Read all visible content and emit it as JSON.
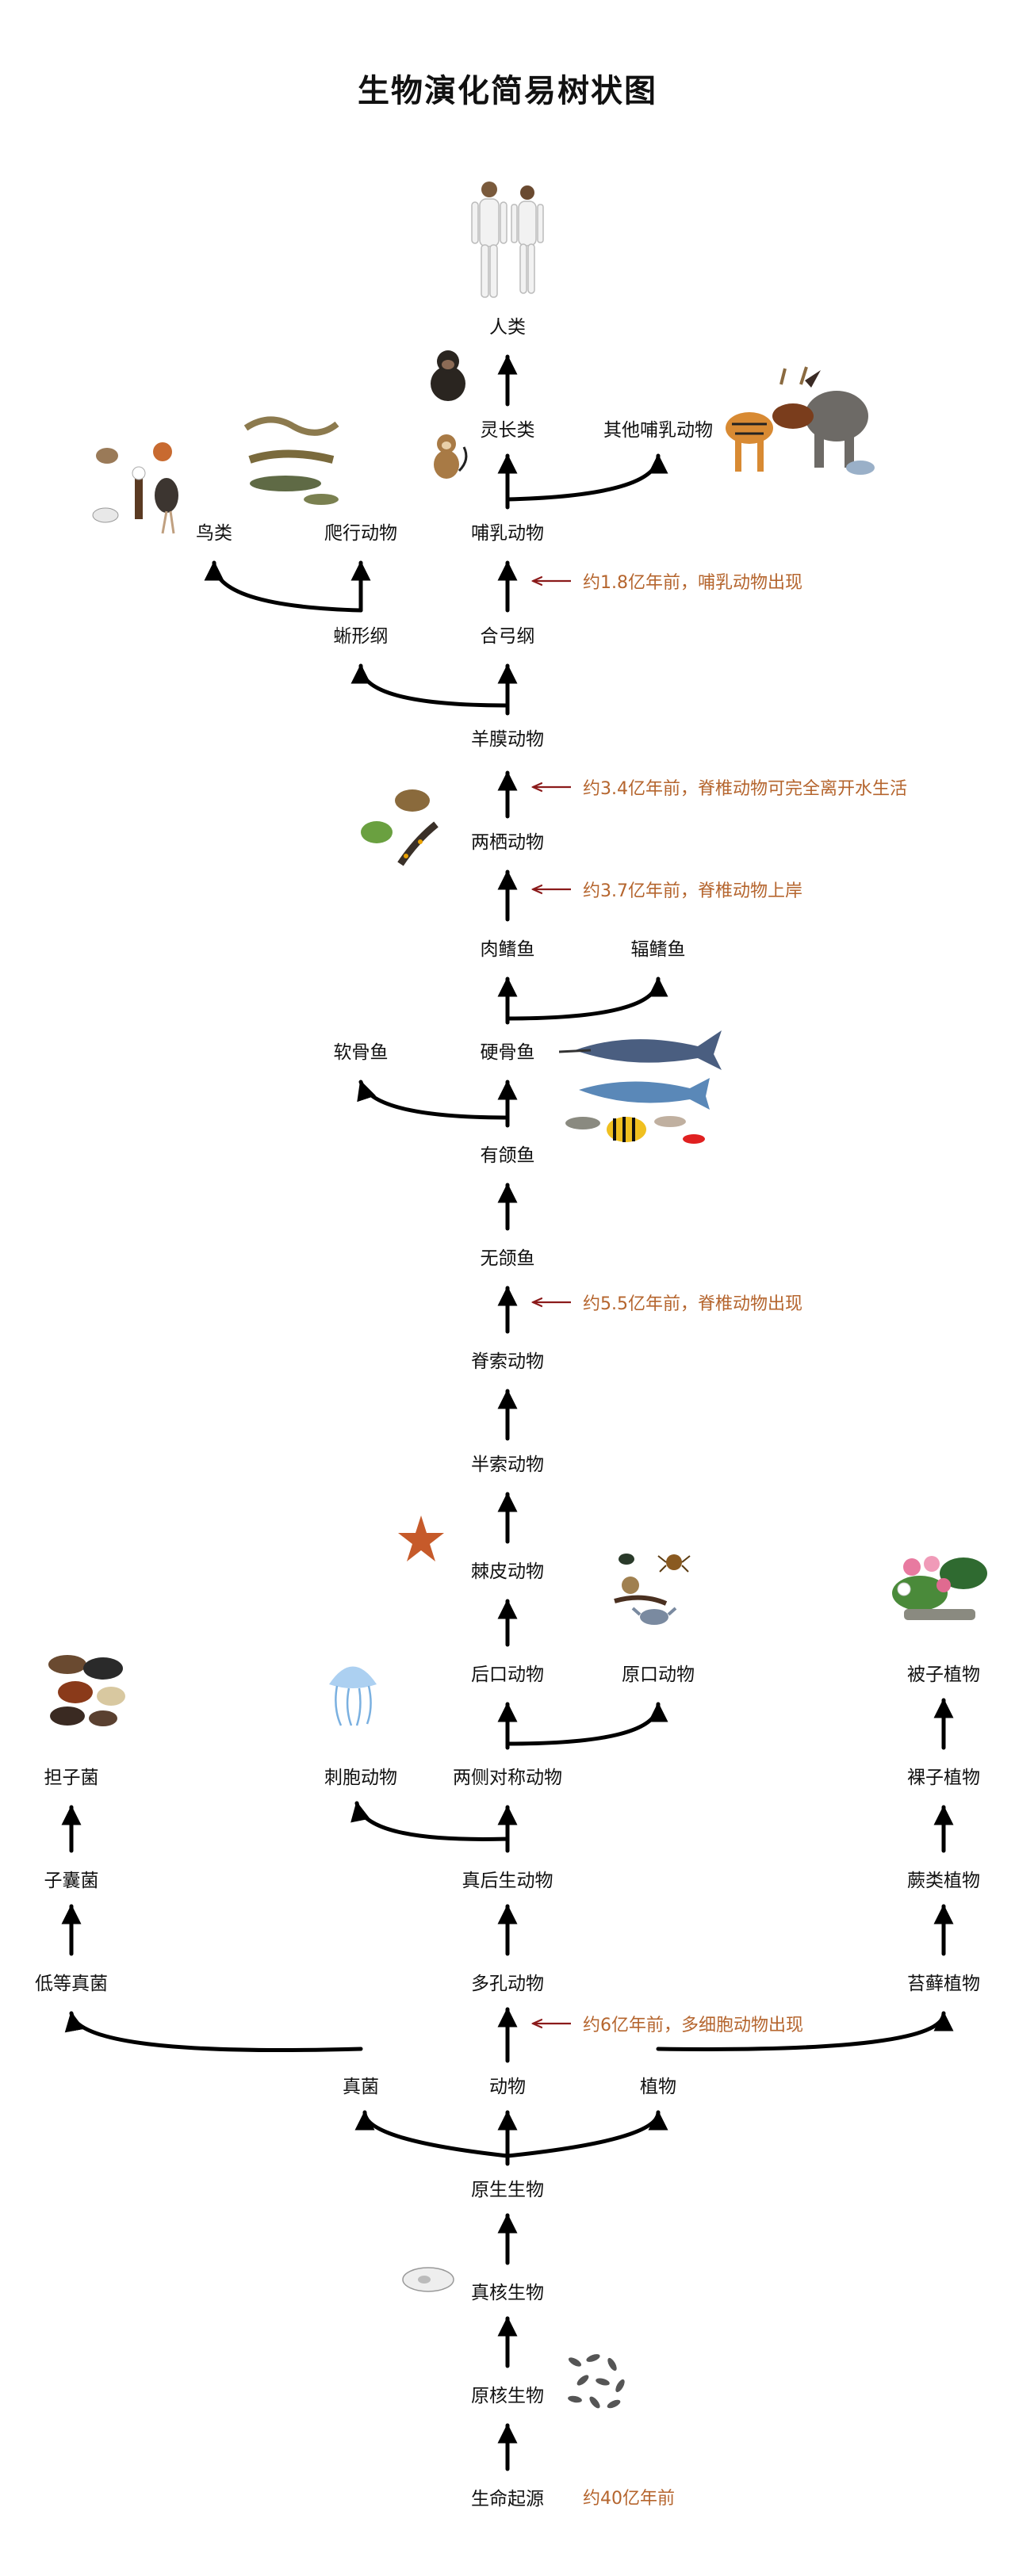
{
  "title": "生物演化简易树状图",
  "nodes": {
    "human": "人类",
    "primates": "灵长类",
    "other_mammals": "其他哺乳动物",
    "bird": "鸟类",
    "reptile": "爬行动物",
    "mammal": "哺乳动物",
    "sauropsid": "蜥形纲",
    "synapsid": "合弓纲",
    "amniote": "羊膜动物",
    "amphibian": "两栖动物",
    "lobefin": "肉鳍鱼",
    "rayfin": "辐鳍鱼",
    "cartilaginous": "软骨鱼",
    "bony_fish": "硬骨鱼",
    "jawed_fish": "有颌鱼",
    "jawless_fish": "无颌鱼",
    "chordate": "脊索动物",
    "hemichordate": "半索动物",
    "echinoderm": "棘皮动物",
    "deuterostome": "后口动物",
    "protostome": "原口动物",
    "basidiomycete": "担子菌",
    "cnidarian": "刺胞动物",
    "bilateria": "两侧对称动物",
    "angiosperm": "被子植物",
    "gymnosperm": "裸子植物",
    "ascomycete": "子囊菌",
    "eumetazoa": "真后生动物",
    "fern": "蕨类植物",
    "lower_fungi": "低等真菌",
    "sponge": "多孔动物",
    "moss": "苔藓植物",
    "fungi": "真菌",
    "animal": "动物",
    "plant": "植物",
    "protist": "原生生物",
    "eukaryote": "真核生物",
    "prokaryote": "原核生物",
    "origin": "生命起源"
  },
  "notes": {
    "mammal_age": "约1.8亿年前，哺乳动物出现",
    "land_age": "约3.4亿年前，脊椎动物可完全离开水生活",
    "shore_age": "约3.7亿年前，脊椎动物上岸",
    "vertebrate_age": "约5.5亿年前，脊椎动物出现",
    "multicell_age": "约6亿年前，多细胞动物出现",
    "origin_age": "约40亿年前"
  },
  "colors": {
    "text": "#111111",
    "note": "#b5652e",
    "note_arrow": "#8b1a1a",
    "line": "#000000"
  },
  "icons": [
    "human-figures",
    "chimpanzee",
    "monkey",
    "mammal-group",
    "bird-group",
    "reptile-group",
    "frog-group",
    "fish-group",
    "starfish",
    "protostome-group",
    "flower-plant",
    "mushroom-group",
    "jellyfish",
    "eukaryote-cell",
    "bacteria-cluster"
  ]
}
